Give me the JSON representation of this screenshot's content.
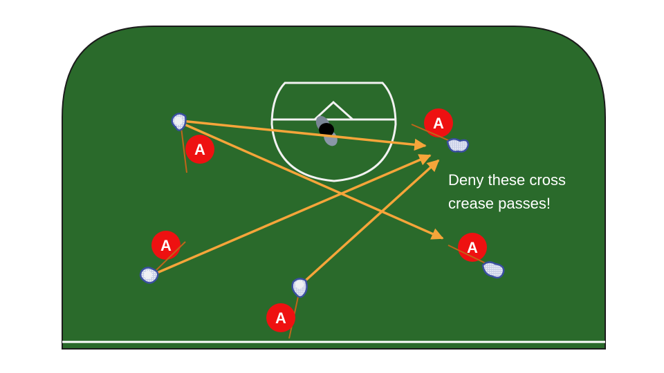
{
  "diagram": {
    "title": "Cross crease pass denial",
    "note_lines": [
      "Deny these cross",
      "crease passes!"
    ],
    "player_label": "A",
    "colors": {
      "field": "#2a6a2b",
      "lines": "#ffffff",
      "player": "#ee1111",
      "arrow": "#f6a53a",
      "stick": "#c0651a",
      "stick_head": "#3a4fa0"
    },
    "players": [
      {
        "id": "attacker-top-left",
        "label": "A"
      },
      {
        "id": "attacker-top-right",
        "label": "A"
      },
      {
        "id": "attacker-bottom-left",
        "label": "A"
      },
      {
        "id": "attacker-right",
        "label": "A"
      },
      {
        "id": "attacker-bottom-center",
        "label": "A"
      }
    ]
  }
}
